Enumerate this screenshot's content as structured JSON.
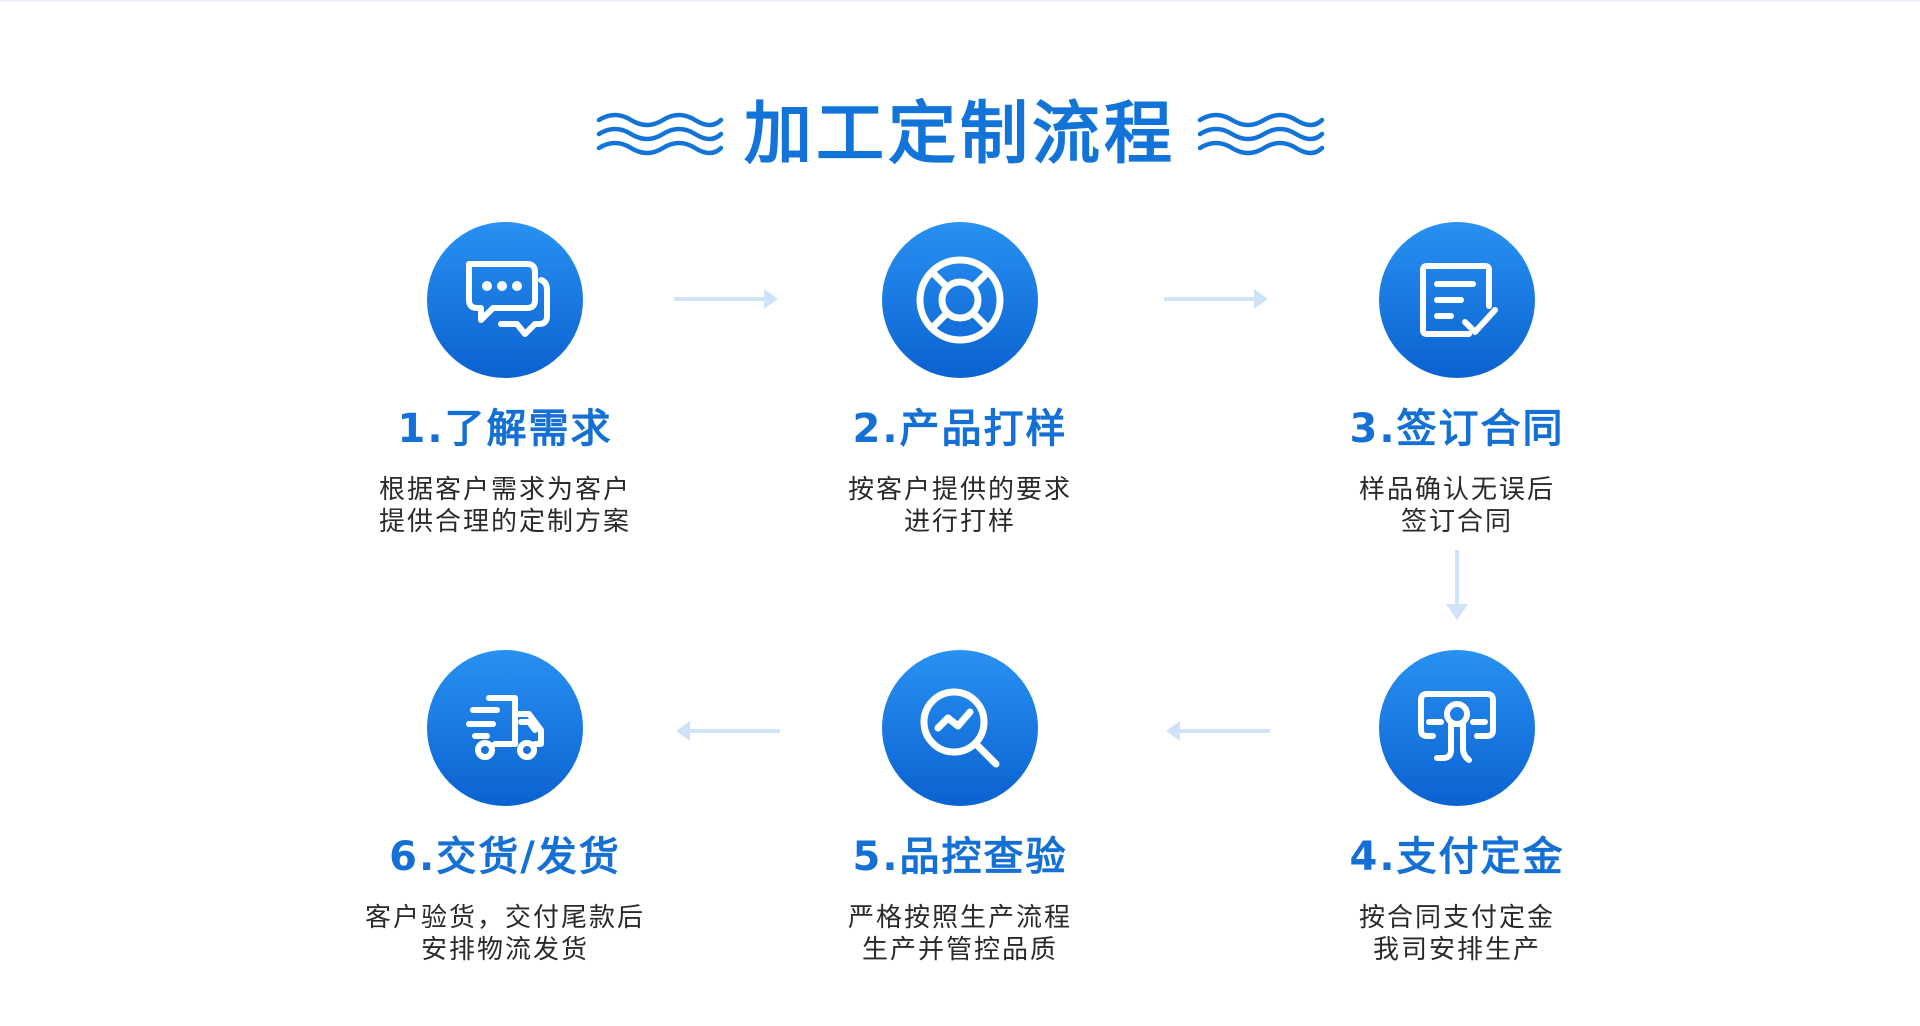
{
  "title": "加工定制流程",
  "colors": {
    "primary": "#1274d8",
    "circle_top": "#2891f2",
    "circle_bottom": "#0b62d0",
    "arrow": "#cfe3f8",
    "text": "#2a2a2a"
  },
  "steps": [
    {
      "title": "1.了解需求",
      "line1": "根据客户需求为客户",
      "line2": "提供合理的定制方案",
      "icon": "chat-bubbles-icon"
    },
    {
      "title": "2.产品打样",
      "line1": "按客户提供的要求",
      "line2": "进行打样",
      "icon": "lifebuoy-icon"
    },
    {
      "title": "3.签订合同",
      "line1": "样品确认无误后",
      "line2": "签订合同",
      "icon": "contract-check-icon"
    },
    {
      "title": "4.支付定金",
      "line1": "按合同支付定金",
      "line2": "我司安排生产",
      "icon": "payment-icon"
    },
    {
      "title": "5.品控查验",
      "line1": "严格按照生产流程",
      "line2": "生产并管控品质",
      "icon": "magnifier-chart-icon"
    },
    {
      "title": "6.交货/发货",
      "line1": "客户验货，交付尾款后",
      "line2": "安排物流发货",
      "icon": "delivery-truck-icon"
    }
  ]
}
